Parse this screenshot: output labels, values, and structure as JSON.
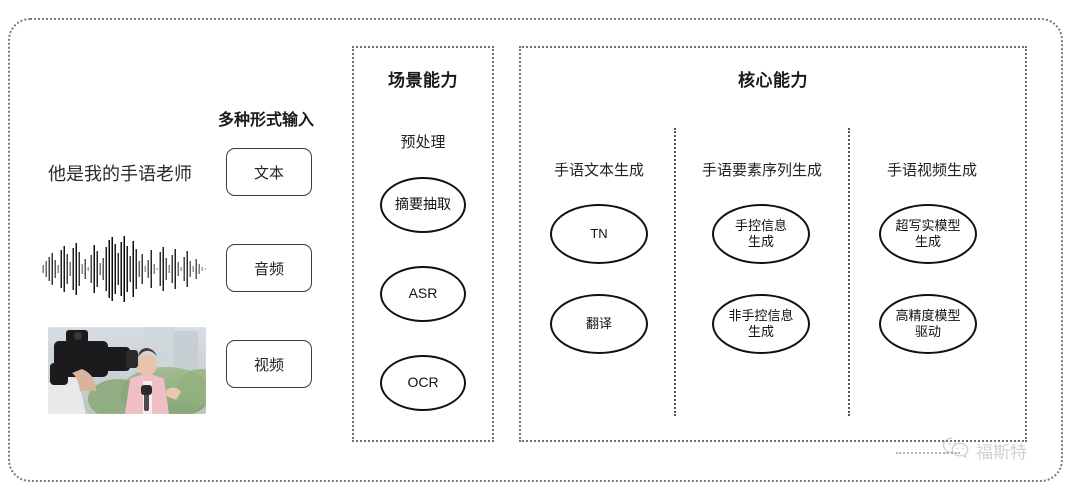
{
  "diagram": {
    "title_visible": false,
    "input_panel": {
      "heading": "多种形式输入",
      "sample_text": "他是我的手语老师",
      "modalities": [
        {
          "label": "文本",
          "icon": "text-icon"
        },
        {
          "label": "音频",
          "icon": "waveform-icon"
        },
        {
          "label": "视频",
          "icon": "video-thumbnail-icon"
        }
      ]
    },
    "scenario_panel": {
      "title": "场景能力",
      "subtitle": "预处理",
      "nodes": [
        {
          "label": "摘要抽取"
        },
        {
          "label": "ASR"
        },
        {
          "label": "OCR"
        }
      ]
    },
    "core_panel": {
      "title": "核心能力",
      "columns": [
        {
          "header": "手语文本生成",
          "nodes": [
            {
              "line1": "TN",
              "line2": ""
            },
            {
              "line1": "翻译",
              "line2": ""
            }
          ]
        },
        {
          "header": "手语要素序列生成",
          "nodes": [
            {
              "line1": "手控信息",
              "line2": "生成"
            },
            {
              "line1": "非手控信息",
              "line2": "生成"
            }
          ]
        },
        {
          "header": "手语视频生成",
          "nodes": [
            {
              "line1": "超写实模型",
              "line2": "生成"
            },
            {
              "line1": "高精度模型",
              "line2": "驱动"
            }
          ]
        }
      ]
    },
    "watermark": {
      "text": "福斯特",
      "icon": "wechat-icon"
    },
    "colors": {
      "background": "#ffffff",
      "frame_border": "#7a7a7a",
      "node_border": "#111111",
      "pill_border": "#3a3a42",
      "text": "#1f1f1f",
      "watermark": "#9a9a9a"
    }
  }
}
